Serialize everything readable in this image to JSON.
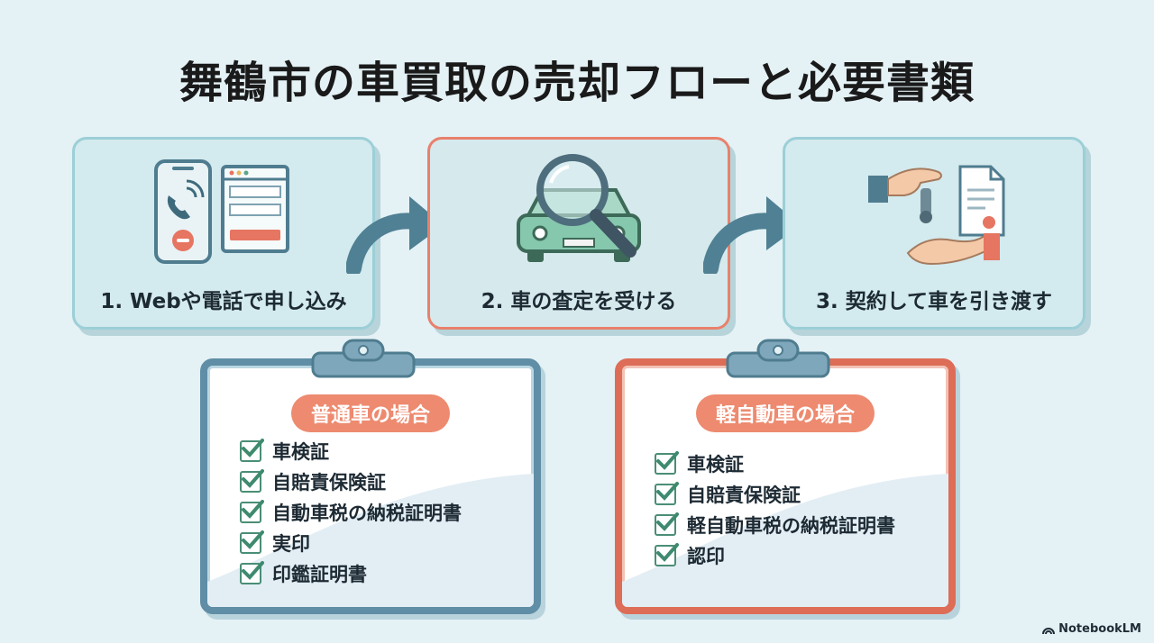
{
  "title": "舞鶴市の車買取の売却フローと必要書類",
  "steps": [
    {
      "label": "1. Webや電話で申し込み",
      "icon": "phone-and-web-form-icon"
    },
    {
      "label": "2. 車の査定を受ける",
      "icon": "car-inspection-magnifier-icon"
    },
    {
      "label": "3. 契約して車を引き渡す",
      "icon": "key-handover-contract-icon"
    }
  ],
  "boards": [
    {
      "heading": "普通車の場合",
      "items": [
        "車検証",
        "自賠責保険証",
        "自動車税の納税証明書",
        "実印",
        "印鑑証明書"
      ]
    },
    {
      "heading": "軽自動車の場合",
      "items": [
        "車検証",
        "自賠責保険証",
        "軽自動車税の納税証明書",
        "認印"
      ]
    }
  ],
  "brand": "NotebookLM",
  "colors": {
    "background": "#e4f1f5",
    "card": "#d3eaee",
    "accent_red": "#e8816c",
    "accent_teal": "#5f8ea6",
    "check": "#4a8e76"
  }
}
